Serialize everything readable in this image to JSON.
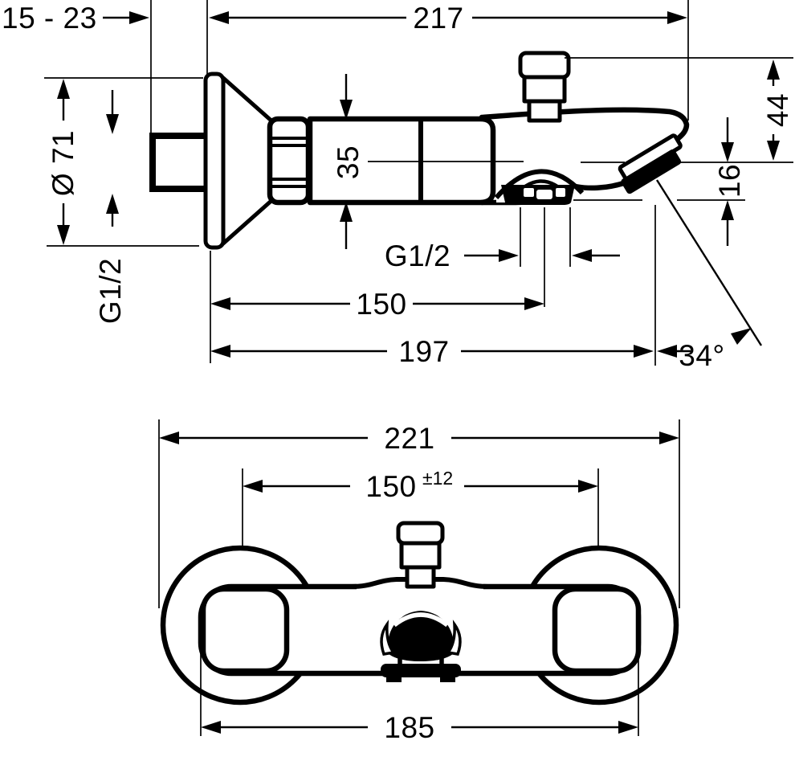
{
  "drawing": {
    "type": "technical-dimension-drawing",
    "product": "wall-mounted bath/shower mixer",
    "background_color": "#ffffff",
    "line_color": "#000000"
  },
  "dims": {
    "side": {
      "wall_depth": "15 - 23",
      "total_length": "217",
      "escutcheon_diameter": "Ø 71",
      "body_height": "35",
      "spout_drop": "44",
      "outlet_offset": "16",
      "wall_thread": "G1/2",
      "shower_thread": "G1/2",
      "center_to_outlet": "150",
      "center_to_spout": "197",
      "spout_angle": "34°"
    },
    "top": {
      "overall_width": "221",
      "connection_centers": "150",
      "connection_tolerance": "±12",
      "body_width": "185"
    }
  }
}
